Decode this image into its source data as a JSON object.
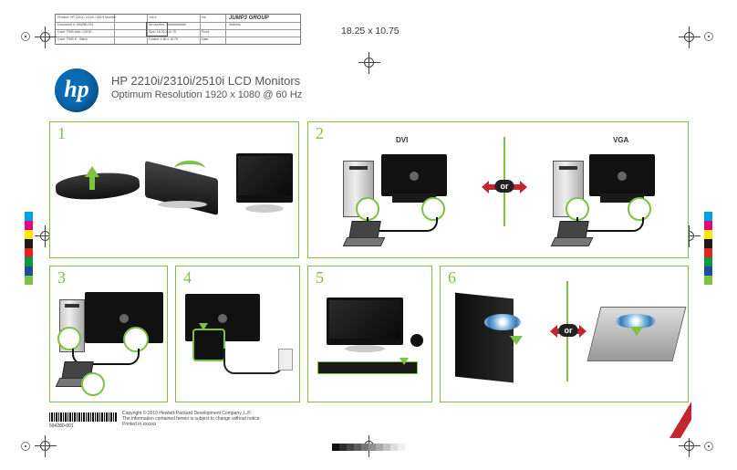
{
  "info": {
    "row1": [
      "Product: HP 2210i / 2310i / 2510i Monitor",
      "Job #",
      "Ink",
      "JUMP3 GROUP"
    ],
    "row2": [
      "Document #: 594280-001",
      "Art number: ###########",
      "Address"
    ],
    "row3": [
      "Color: PMS ### / CMYK",
      "Size: 18.25 x 10.75",
      "Proof"
    ],
    "row4": [
      "Color: PMS K - Black",
      "Folded: 4.56 x 10.75",
      "Date"
    ],
    "brand": "JUMP3 GROUP"
  },
  "size_label": "18.25 x 10.75",
  "header": {
    "title": "HP 2210i/2310i/2510i LCD Monitors",
    "subtitle": "Optimum Resolution 1920 x 1080 @ 60 Hz",
    "logo_text": "hp"
  },
  "steps": [
    "1",
    "2",
    "3",
    "4",
    "5",
    "6"
  ],
  "step2": {
    "label_left": "DVI",
    "label_right": "VGA",
    "or": "or"
  },
  "step6": {
    "or": "or"
  },
  "footer": {
    "part_number": "594280-001",
    "copyright": "Copyright © 2010 Hewlett-Packard Development Company, L.P.",
    "notice": "The information contained herein is subject to change without notice.",
    "printed": "Printed in xxxxxx"
  },
  "colors": {
    "accent": "#7dc243",
    "hp_blue": "#0a6ab4",
    "arrow_red": "#c0282d"
  },
  "color_bars": [
    "#00a0e3",
    "#e5007e",
    "#ffe600",
    "#1a1a1a",
    "#e52421",
    "#009a44",
    "#1d4e9c",
    "#7dc243"
  ],
  "gray_steps": [
    "#111111",
    "#2b2b2b",
    "#444444",
    "#5e5e5e",
    "#777777",
    "#919191",
    "#aaaaaa",
    "#c4c4c4",
    "#dddddd",
    "#f0f0f0"
  ]
}
